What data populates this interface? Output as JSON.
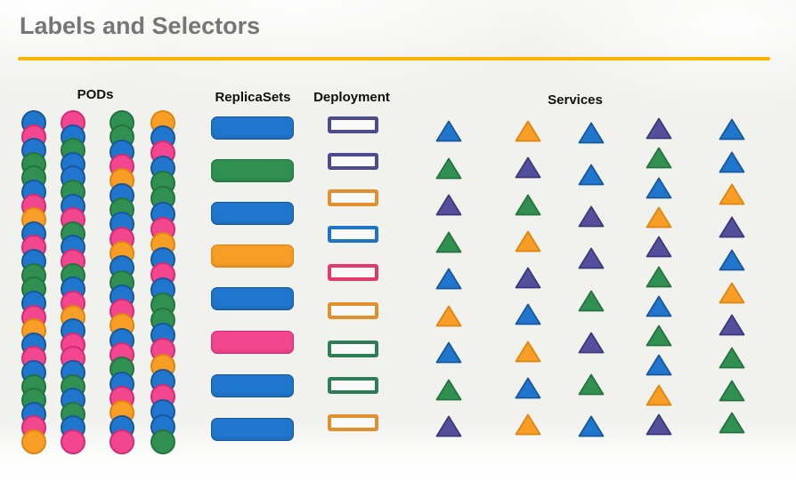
{
  "title": {
    "text": "Labels and Selectors"
  },
  "accent": {
    "underline_color": "#FBB403",
    "title_color": "#767676"
  },
  "palette": {
    "blue": {
      "fill": "#2076CC",
      "edge": "#17589D"
    },
    "pink": {
      "fill": "#F2468E",
      "edge": "#D62A72"
    },
    "green": {
      "fill": "#2F9051",
      "edge": "#23743F"
    },
    "orange": {
      "fill": "#F89D25",
      "edge": "#DF850E"
    },
    "purple": {
      "fill": "#534F9C",
      "edge": "#3C397B"
    },
    "dep_purple": {
      "fill": "#4E4A8E"
    },
    "dep_orange": {
      "fill": "#E2902D"
    },
    "dep_green": {
      "fill": "#2D7D57"
    },
    "dep_crimson": {
      "fill": "#E23A6E"
    },
    "dep_blue": {
      "fill": "#1E74C9"
    }
  },
  "pods": {
    "label": "PODs",
    "columns": [
      [
        "blue",
        "pink",
        "blue",
        "green",
        "green",
        "blue",
        "pink",
        "orange",
        "blue",
        "pink",
        "blue",
        "green",
        "green",
        "blue",
        "pink",
        "orange",
        "blue",
        "pink",
        "blue",
        "green",
        "green",
        "blue",
        "pink",
        "orange"
      ],
      [
        "pink",
        "blue",
        "green",
        "blue",
        "blue",
        "green",
        "blue",
        "pink",
        "green",
        "blue",
        "pink",
        "green",
        "blue",
        "pink",
        "orange",
        "blue",
        "pink",
        "pink",
        "blue",
        "green",
        "blue",
        "green",
        "blue",
        "pink"
      ],
      [
        "green",
        "green",
        "blue",
        "pink",
        "orange",
        "blue",
        "green",
        "blue",
        "pink",
        "orange",
        "blue",
        "green",
        "blue",
        "pink",
        "orange",
        "blue",
        "pink",
        "green",
        "blue",
        "pink",
        "orange",
        "blue",
        "pink"
      ],
      [
        "orange",
        "blue",
        "pink",
        "blue",
        "green",
        "green",
        "blue",
        "pink",
        "orange",
        "blue",
        "pink",
        "blue",
        "green",
        "green",
        "blue",
        "pink",
        "orange",
        "blue",
        "pink",
        "blue",
        "blue",
        "green"
      ]
    ]
  },
  "replicasets": {
    "label": "ReplicaSets",
    "rects": [
      "blue",
      "green",
      "blue",
      "orange",
      "blue",
      "pink",
      "blue",
      "blue"
    ]
  },
  "deployment": {
    "label": "Deployment",
    "rects": [
      "dep_purple",
      "dep_purple",
      "dep_orange",
      "dep_blue",
      "dep_crimson",
      "dep_orange",
      "dep_green",
      "dep_green",
      "dep_orange"
    ]
  },
  "services": {
    "label": "Services",
    "columns": [
      [
        "blue",
        "green",
        "purple",
        "green",
        "blue",
        "orange",
        "blue",
        "green",
        "purple"
      ],
      [
        "orange",
        "purple",
        "green",
        "orange",
        "purple",
        "blue",
        "orange",
        "blue",
        "orange"
      ],
      [
        "blue",
        "blue",
        "purple",
        "purple",
        "green",
        "purple",
        "green",
        "blue"
      ],
      [
        "purple",
        "green",
        "blue",
        "orange",
        "purple",
        "green",
        "blue",
        "green",
        "blue",
        "orange",
        "purple"
      ],
      [
        "blue",
        "blue",
        "orange",
        "purple",
        "blue",
        "orange",
        "purple",
        "green",
        "green",
        "green"
      ]
    ]
  }
}
